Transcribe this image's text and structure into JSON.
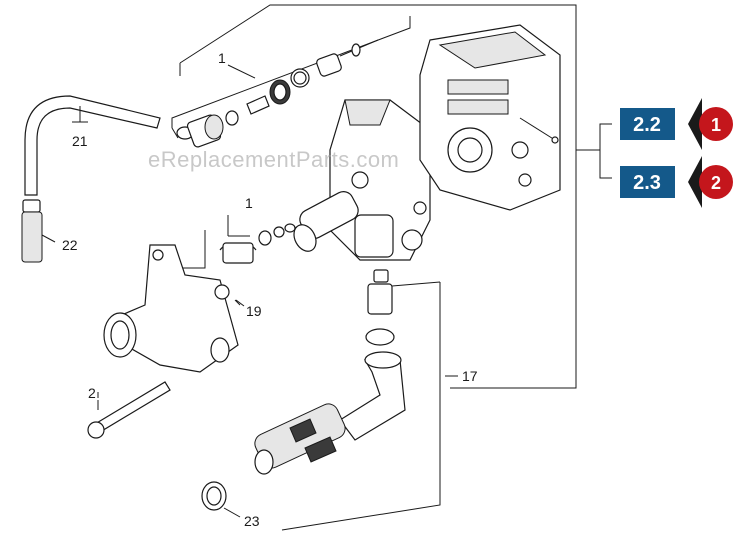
{
  "watermark": "eReplacementParts.com",
  "labels": {
    "l1_top": "1",
    "l1_mid": "1",
    "l2": "2",
    "l17": "17",
    "l19": "19",
    "l21": "21",
    "l22": "22",
    "l23": "23"
  },
  "refs": [
    {
      "code": "2.2",
      "badge": "1"
    },
    {
      "code": "2.3",
      "badge": "2"
    }
  ],
  "colors": {
    "ref_box": "#14598a",
    "badge": "#c4161c",
    "badge_arrow": "#1a1a1a"
  }
}
